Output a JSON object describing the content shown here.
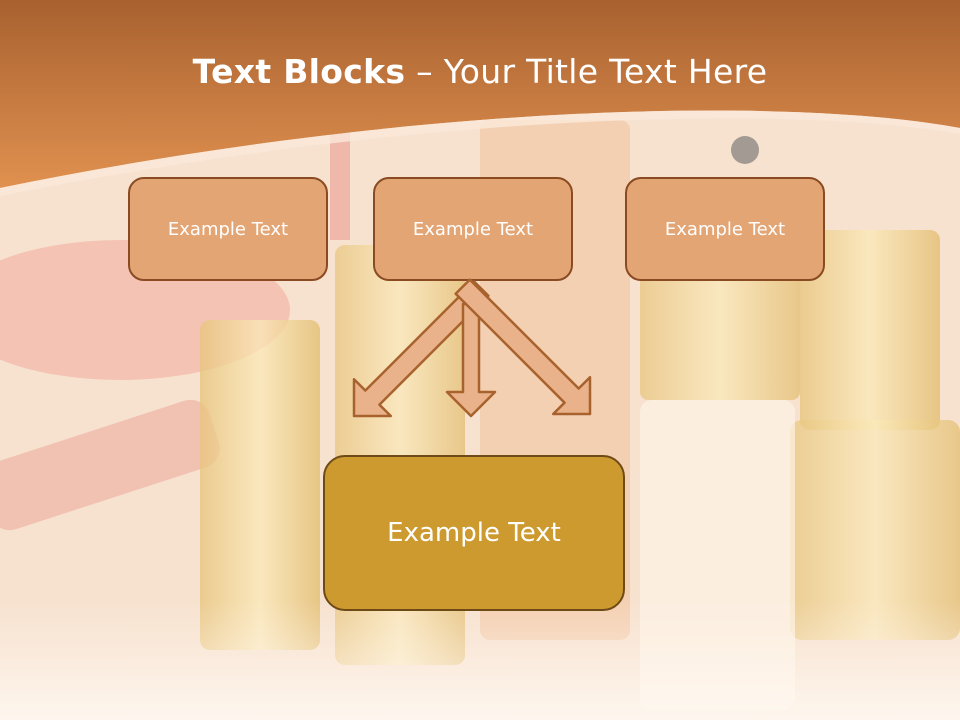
{
  "title": {
    "bold": "Text Blocks",
    "separator": " – ",
    "rest": "Your Title Text Here"
  },
  "boxes": [
    {
      "label": "Example Text"
    },
    {
      "label": "Example Text"
    },
    {
      "label": "Example Text"
    }
  ],
  "target": {
    "label": "Example Text"
  },
  "colors": {
    "header": "#d9833f",
    "box_fill": "#e4a574",
    "box_border": "#8a4a22",
    "target_fill": "#cd9a30",
    "arrow_fill": "#eab28a",
    "arrow_stroke": "#a8622e"
  }
}
